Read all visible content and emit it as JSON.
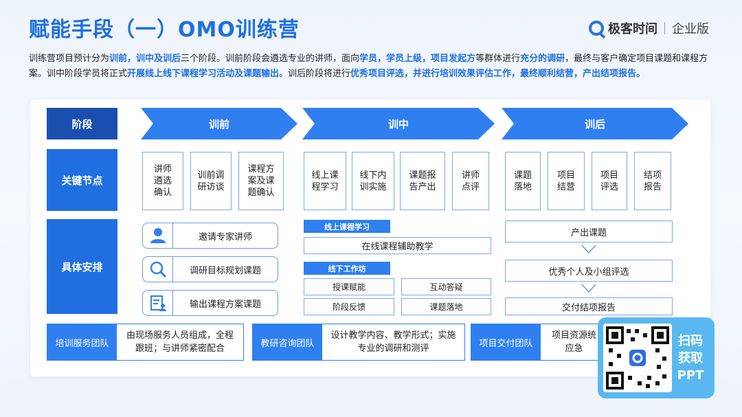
{
  "title": "赋能手段（一）OMO训练营",
  "brand": {
    "name": "极客时间",
    "edition": "企业版"
  },
  "intro": [
    {
      "t": "训练营项目预计分为",
      "hl": false
    },
    {
      "t": "训前，训中及训后",
      "hl": true
    },
    {
      "t": "三个阶段。训前阶段会遴选专业的讲师，面向",
      "hl": false
    },
    {
      "t": "学员，学员上级，项目发起方",
      "hl": true
    },
    {
      "t": "等群体进行",
      "hl": false
    },
    {
      "t": "充分的调研",
      "hl": true
    },
    {
      "t": "，最终与客户确定项目课题和课程方案。训中阶段学员将正式",
      "hl": false
    },
    {
      "t": "开展线上线下课程学习活动及课题输出",
      "hl": true
    },
    {
      "t": "。训后阶段将进行",
      "hl": false
    },
    {
      "t": "优秀项目评选，并进行培训效果评估工作，最终顺利结营，产出结项报告。",
      "hl": true
    }
  ],
  "rows": {
    "stage": "阶段",
    "key_nodes": "关键节点",
    "arrangement": "具体安排"
  },
  "phases": [
    "训前",
    "训中",
    "训后"
  ],
  "nodes": {
    "pre": [
      "讲师\n遴选\n确认",
      "训前调\n研访谈",
      "课程方\n案及课\n题确认"
    ],
    "mid": [
      "线上课\n程学习",
      "线下内\n训实施",
      "课题报\n告产出",
      "讲师\n点评"
    ],
    "post": [
      "课题\n落地",
      "项目\n结营",
      "项目\n评选",
      "结项\n报告"
    ]
  },
  "pre_items": [
    {
      "icon": "person-icon",
      "label": "邀请专家讲师"
    },
    {
      "icon": "magnifier-icon",
      "label": "调研目标规划课题"
    },
    {
      "icon": "document-person-icon",
      "label": "输出课程方案课题"
    }
  ],
  "mid": {
    "online_tag": "线上课程学习",
    "online_item": "在线课程辅助教学",
    "offline_tag": "线下工作坊",
    "offline_items": [
      "授课赋能",
      "互动答疑",
      "阶段反馈",
      "课题落地"
    ]
  },
  "post_items": [
    "产出课题",
    "优秀个人及小组评选",
    "交付结项报告"
  ],
  "teams": [
    {
      "label": "培训服务团队",
      "desc": "由现场服务人员组成，全程\n跟班；与讲师紧密配合"
    },
    {
      "label": "教研咨询团队",
      "desc": "设计教学内容、教学形式；实施\n专业的调研和测评"
    },
    {
      "label": "项目交付团队",
      "desc": "项目资源统\n应急"
    }
  ],
  "qr": {
    "label": "扫码\n获取\nPPT"
  },
  "colors": {
    "primary": "#1f6fe0",
    "arrow": "#2f7ff0",
    "dark": "#1a4fb0",
    "qr_bg": "#5ab8f0"
  }
}
